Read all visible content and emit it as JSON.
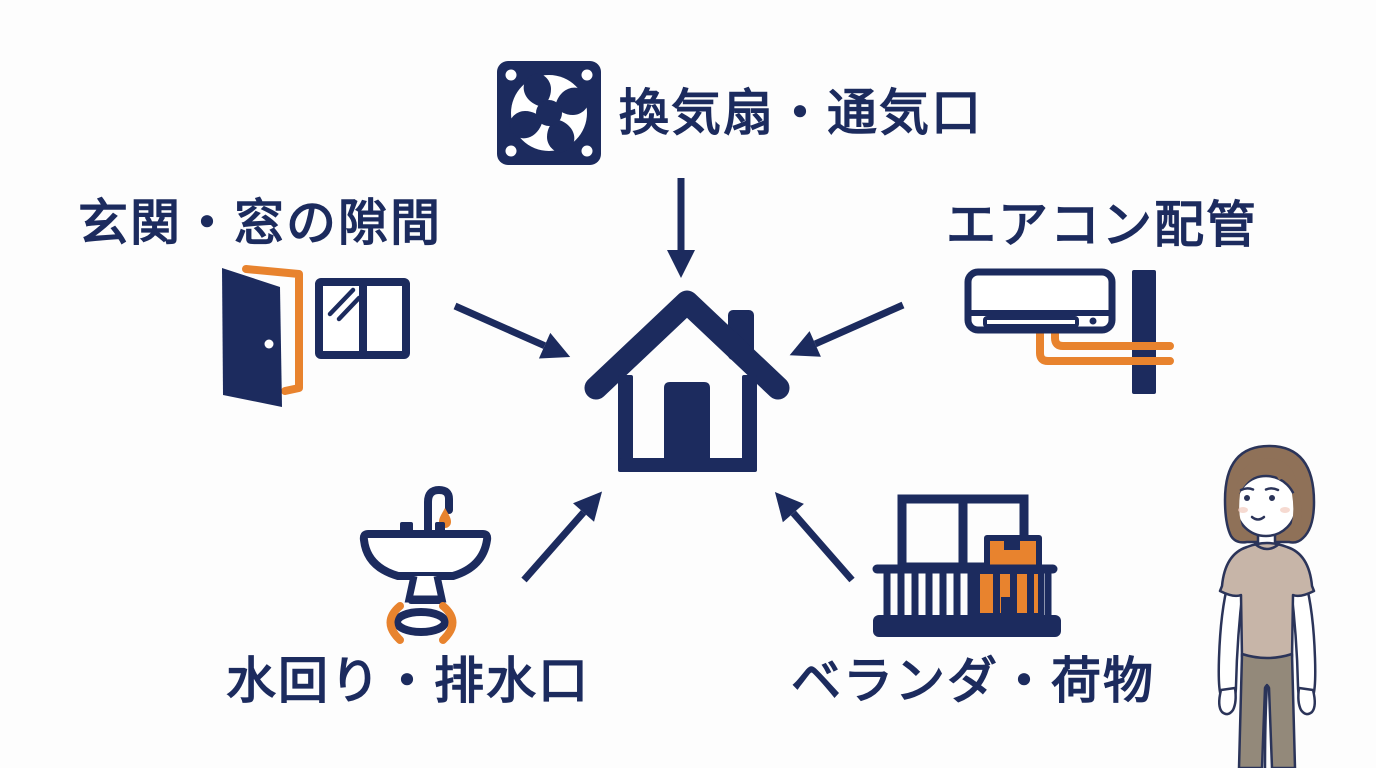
{
  "diagram": {
    "description": "Five entry-point spokes pointing at a central house",
    "center": "house",
    "spokes": [
      {
        "id": "vent",
        "label": "換気扇・通気口",
        "icon": "ventilation-fan-icon",
        "position": "top"
      },
      {
        "id": "entrance",
        "label": "玄関・窓の隙間",
        "icon": "door-and-window-icon",
        "position": "upper-left"
      },
      {
        "id": "aircon",
        "label": "エアコン配管",
        "icon": "air-conditioner-icon",
        "position": "upper-right"
      },
      {
        "id": "water",
        "label": "水回り・排水口",
        "icon": "sink-drain-icon",
        "position": "lower-left"
      },
      {
        "id": "balcony",
        "label": "ベランダ・荷物",
        "icon": "balcony-luggage-icon",
        "position": "lower-right"
      }
    ]
  },
  "labels": {
    "vent": "換気扇・通気口",
    "entrance": "玄関・窓の隙間",
    "aircon": "エアコン配管",
    "water": "水回り・排水口",
    "balcony": "ベランダ・荷物"
  },
  "icons": {
    "center": "house-icon",
    "vent": "ventilation-fan-icon",
    "entrance_door": "door-icon",
    "entrance_window": "window-icon",
    "aircon": "air-conditioner-icon",
    "water": "sink-drain-icon",
    "balcony": "balcony-luggage-icon",
    "figure": "standing-woman-illustration"
  },
  "colors": {
    "navy": "#1c2b5e",
    "orange": "#e8832e",
    "background": "#fdfdfd",
    "outline": "#2b3459",
    "hair": "#8f7158",
    "shirt": "#c7b5a8",
    "pants": "#93897a",
    "blush": "#f2cabd"
  }
}
